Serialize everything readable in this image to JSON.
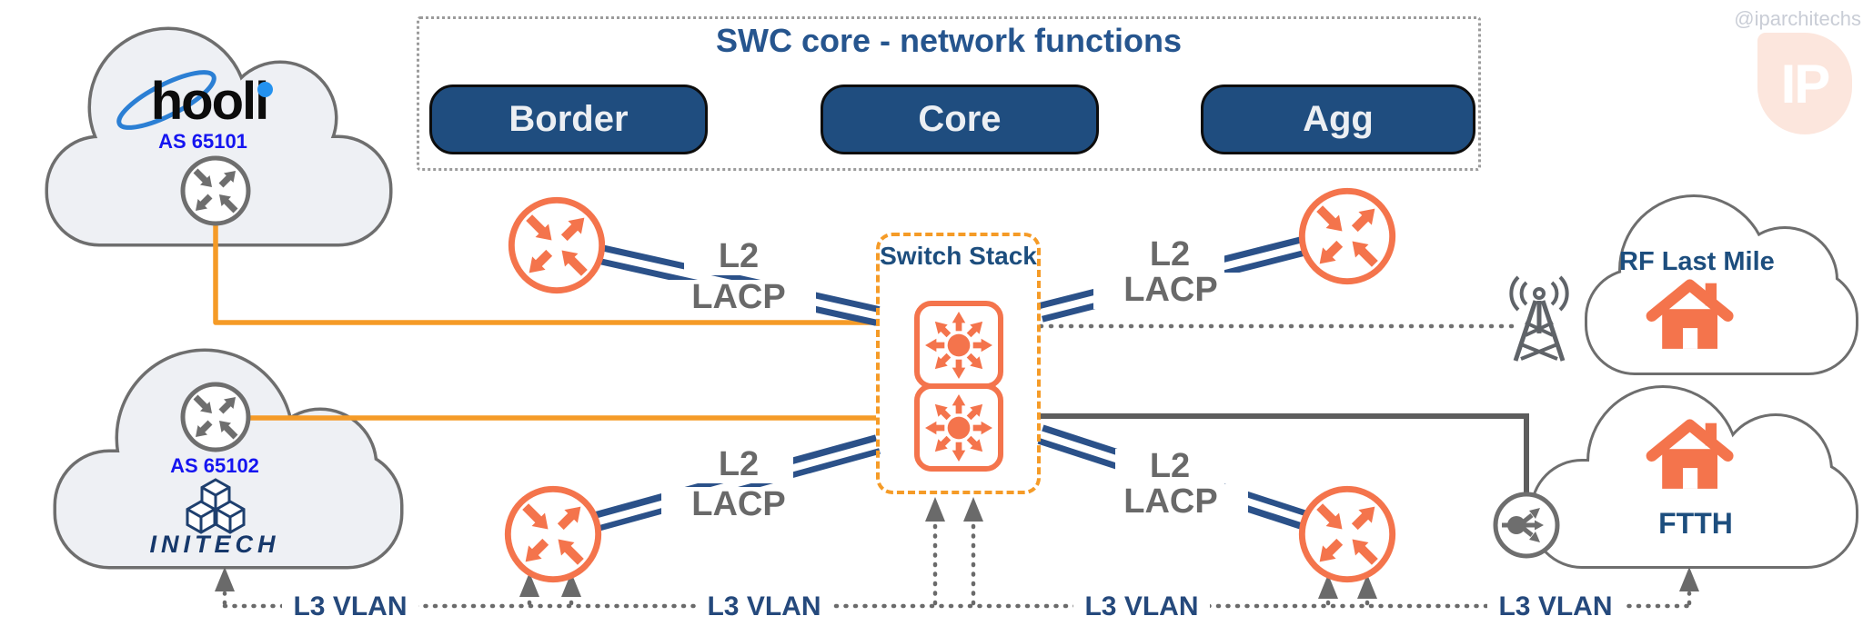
{
  "watermark": {
    "handle": "@iparchitechs",
    "logo": "IP"
  },
  "swc": {
    "title": "SWC core - network functions",
    "nodes": [
      {
        "label": "Border"
      },
      {
        "label": "Core"
      },
      {
        "label": "Agg"
      }
    ]
  },
  "stack": {
    "title": "Switch Stack"
  },
  "clouds": {
    "hooli": {
      "brand": "hooli",
      "asn": "AS 65101"
    },
    "initech": {
      "brand": "INITECH",
      "asn": "AS 65102"
    },
    "rf_last_mile": {
      "label": "RF Last Mile"
    },
    "ftth": {
      "label": "FTTH"
    }
  },
  "link_labels": {
    "l2": "L2",
    "lacp": "LACP",
    "l3_vlan": "L3 VLAN"
  },
  "colors": {
    "navy_text": "#1d4e7e",
    "link_navy": "#2b5189",
    "amber": "#f59b27",
    "salmon": "#f4744c",
    "gray_line": "#6a6a6a",
    "node_fill": "#1f4d7f",
    "as_blue": "#1515f0"
  }
}
